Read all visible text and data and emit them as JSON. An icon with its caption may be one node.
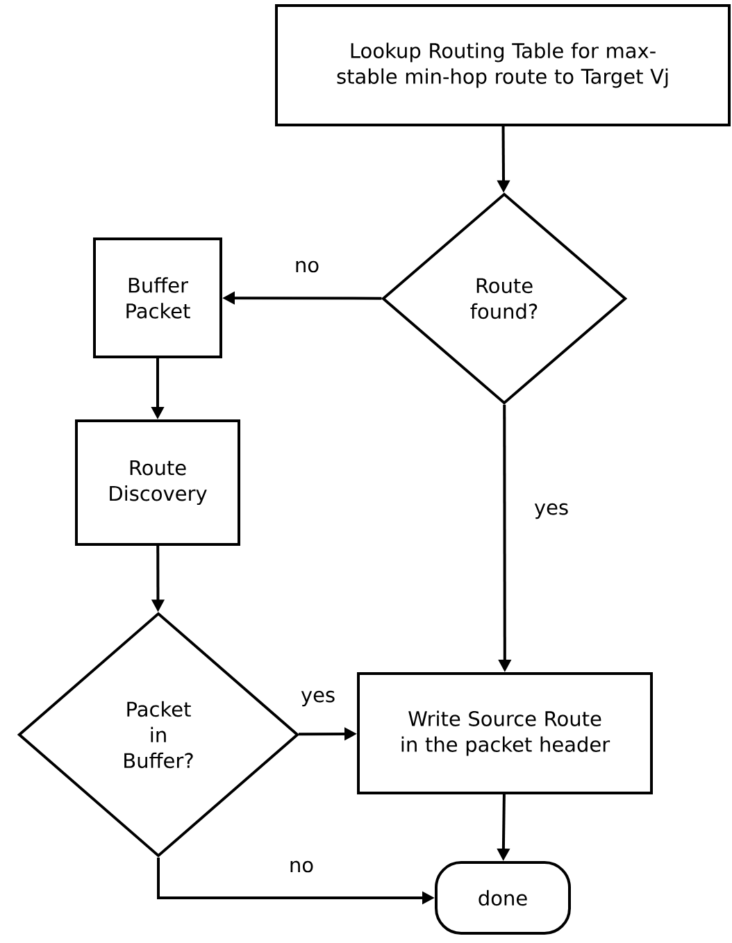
{
  "diagram": {
    "nodes": [
      {
        "text": [
          "Lookup Routing Table for max-stable min-hop route to Target Vj"
        ]
      },
      {
        "text": [
          "Route found?"
        ]
      },
      {
        "text": [
          "Buffer Packet"
        ]
      },
      {
        "text": [
          "Route Discovery"
        ]
      },
      {
        "text": [
          "Packet in Buffer?"
        ]
      },
      {
        "text": [
          "Write Source Route in the packet header"
        ]
      },
      {
        "text": [
          "done"
        ]
      }
    ],
    "edges": [
      {
        "from": 0,
        "to": 1,
        "arrow": "to"
      },
      {
        "from": 1,
        "to": 2,
        "arrow": "to",
        "label": "no"
      },
      {
        "from": 2,
        "to": 3,
        "arrow": "to"
      },
      {
        "from": 3,
        "to": 4,
        "arrow": "to"
      },
      {
        "from": 1,
        "to": 5,
        "arrow": "to",
        "label": "yes"
      },
      {
        "from": 4,
        "to": 5,
        "arrow": "to",
        "label": "yes"
      },
      {
        "from": 5,
        "to": 6,
        "arrow": "to"
      },
      {
        "from": 4,
        "to": 6,
        "arrow": "to",
        "label": "no"
      }
    ]
  }
}
